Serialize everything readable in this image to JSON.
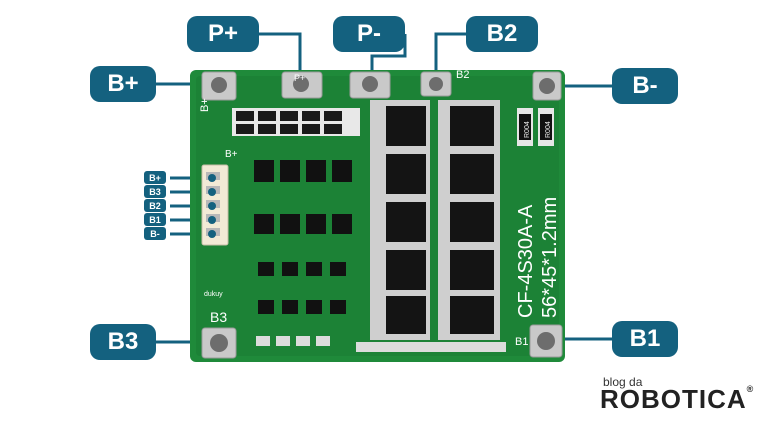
{
  "callouts": {
    "p_plus": "P+",
    "p_minus": "P-",
    "b2": "B2",
    "b_plus": "B+",
    "b_minus": "B-",
    "b3": "B3",
    "b1": "B1"
  },
  "connector_pins": [
    "B+",
    "B3",
    "B2",
    "B1",
    "B-"
  ],
  "board_silkscreen": {
    "model_line1": "CF-4S30A-A",
    "model_line2": "56*45*1.2mm",
    "pad_b3": "B3",
    "pad_b1": "B1",
    "pad_bplus": "B+",
    "pad_pplus": "P+",
    "pad_b2": "B2",
    "conn_bplus": "B+",
    "small_text": "dukuy",
    "resistor_code": "R004"
  },
  "logo": {
    "small": "blog da",
    "big": "ROBOTICA",
    "reg": "®"
  },
  "colors": {
    "callout": "#14617f",
    "pcb": "#1f8a3a",
    "pcb_dark": "#16702d"
  }
}
